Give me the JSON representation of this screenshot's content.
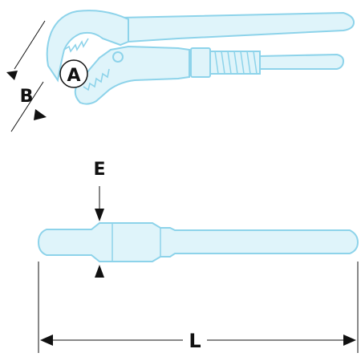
{
  "labels": {
    "a": "A",
    "b": "B",
    "e": "E",
    "l": "L"
  },
  "colors": {
    "tool_fill": "#dff4fa",
    "tool_stroke": "#8dd3ea",
    "dimension": "#111111"
  }
}
